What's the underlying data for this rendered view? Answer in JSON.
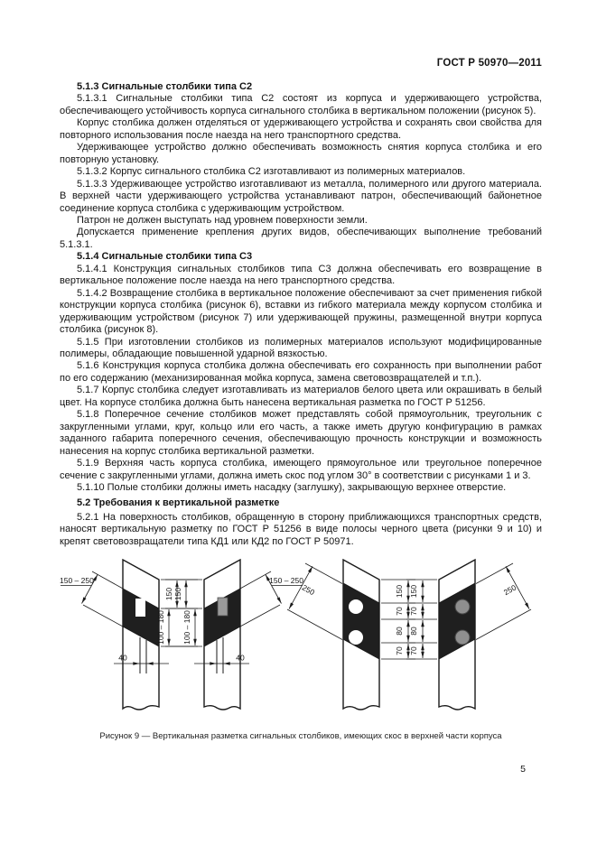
{
  "header": {
    "doc_code": "ГОСТ Р 50970—2011"
  },
  "document": {
    "blocks": [
      {
        "style": "heading",
        "text": "5.1.3 Сигнальные столбики типа С2"
      },
      {
        "style": "body",
        "text": "5.1.3.1 Сигнальные столбики типа С2 состоят из корпуса и удерживающего устройства, обеспечивающего устойчивость корпуса сигнального столбика в вертикальном положении (рисунок 5)."
      },
      {
        "style": "body",
        "text": "Корпус столбика должен отделяться от удерживающего устройства и сохранять свои свойства для повторного использования после наезда на него транспортного средства."
      },
      {
        "style": "body",
        "text": "Удерживающее устройство должно обеспечивать возможность снятия корпуса столбика и его повторную установку."
      },
      {
        "style": "body",
        "text": "5.1.3.2 Корпус сигнального столбика С2 изготавливают из полимерных материалов."
      },
      {
        "style": "body",
        "text": "5.1.3.3 Удерживающее устройство изготавливают из металла, полимерного или другого материала. В верхней части удерживающего устройства устанавливают патрон, обеспечивающий байонетное соединение корпуса столбика с удерживающим устройством."
      },
      {
        "style": "body",
        "text": "Патрон не должен выступать над уровнем поверхности земли."
      },
      {
        "style": "body",
        "text": "Допускается применение крепления других видов, обеспечивающих выполнение требований 5.1.3.1."
      },
      {
        "style": "heading",
        "text": "5.1.4 Сигнальные столбики типа С3"
      },
      {
        "style": "body",
        "text": "5.1.4.1 Конструкция сигнальных столбиков типа С3 должна обеспечивать его возвращение в вертикальное положение после наезда на него транспортного средства."
      },
      {
        "style": "body",
        "text": "5.1.4.2 Возвращение столбика в вертикальное положение обеспечивают за счет применения гибкой конструкции корпуса столбика (рисунок 6), вставки из гибкого материала между корпусом столбика и удерживающим устройством (рисунок 7) или удерживающей пружины, размещенной внутри корпуса столбика (рисунок 8)."
      },
      {
        "style": "body",
        "text": "5.1.5 При изготовлении столбиков из полимерных материалов используют модифицированные полимеры, обладающие повышенной ударной вязкостью."
      },
      {
        "style": "body",
        "text": "5.1.6 Конструкция корпуса столбика должна обеспечивать его сохранность при выполнении работ по его содержанию (механизированная мойка корпуса, замена световозвращателей и т.п.)."
      },
      {
        "style": "body",
        "text": "5.1.7 Корпус столбика следует изготавливать из материалов белого цвета или окрашивать в белый цвет. На корпусе столбика должна быть нанесена вертикальная разметка по ГОСТ Р 51256."
      },
      {
        "style": "body",
        "text": "5.1.8 Поперечное сечение столбиков может представлять собой прямоугольник, треугольник с закругленными углами, круг, кольцо или его часть, а также иметь другую конфигурацию в рамках заданного габарита поперечного сечения, обеспечивающую прочность конструкции и возможность нанесения на корпус столбика вертикальной разметки."
      },
      {
        "style": "body",
        "text": "5.1.9 Верхняя часть корпуса столбика, имеющего прямоугольное или треугольное поперечное сечение с закругленными углами, должна иметь скос под углом 30° в соответствии с рисунками 1 и 3."
      },
      {
        "style": "body",
        "text": "5.1.10 Полые столбики должны иметь насадку (заглушку), закрывающую верхнее отверстие."
      },
      {
        "style": "heading-spaced",
        "text": "5.2 Требования к вертикальной разметке"
      },
      {
        "style": "body",
        "text": "5.2.1 На поверхность столбиков, обращенную в сторону приближающихся транспортных средств, наносят вертикальную разметку по ГОСТ Р 51256 в виде полосы черного цвета (рисунки 9 и 10) и крепят световозвращатели типа КД1 или КД2 по ГОСТ Р 50971."
      }
    ]
  },
  "figure": {
    "caption": "Рисунок 9 — Вертикальная разметка сигнальных столбиков, имеющих скос в верхней части корпуса",
    "dims": {
      "slant_range": "150 – 250",
      "slant_width": "250",
      "top_gap": "150",
      "reflector_gap": "100 – 180",
      "stripe": "40",
      "d70": "70",
      "d80": "80"
    },
    "colors": {
      "band": "#1f1f1f",
      "reflector_gray": "#9a9a9a",
      "circle_gray": "#8f8f8f"
    }
  },
  "footer": {
    "page_number": "5"
  }
}
